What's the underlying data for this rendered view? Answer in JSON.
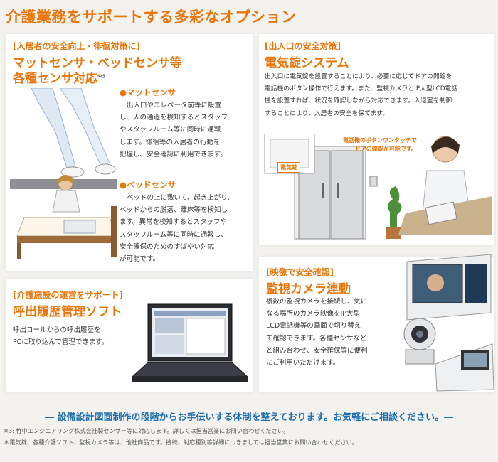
{
  "title": "介護業務をサポートする多彩なオプション",
  "card_sensor": {
    "tag": "[入居者の安全向上・徘徊対策に]",
    "heading_line1": "マットセンサ・ベッドセンサ等",
    "heading_line2": "各種センサ対応",
    "note_mark": "※3",
    "mat": {
      "title": "マットセンサ",
      "lines": [
        "出入口やエレベータ前等に設置",
        "し、人の通過を検知するとスタッフ",
        "やスタッフルーム等に同時に通報",
        "します。徘徊等の入居者の行動を",
        "把握し、安全確認に利用できます。"
      ]
    },
    "bed": {
      "title": "ベッドセンサ",
      "lines": [
        "ベッドの上に敷いて、起き上がり、",
        "ベッドからの脱落、離床等を検知し",
        "ます。異常を検知するとスタッフや",
        "スタッフルーム等に同時に通報し、",
        "安全確保のためのすばやい対応",
        "が可能です。"
      ]
    }
  },
  "card_lock": {
    "tag": "[出入口の安全対策]",
    "heading": "電気錠システム",
    "lines": [
      "出入口に電気錠を設置することにより、必要に応じてドアの開錠を",
      "電話機のボタン操作で行えます。また、監視カメラとIP大型LCD電話",
      "機を設置すれば、状況を確認しながら対応できます。入退室を制御",
      "することにより、入居者の安全を保てます。"
    ],
    "callout_line1": "電話機のボタンワンタッチで",
    "callout_line2": "ドアの開錠が可能です。",
    "door_label": "電気錠"
  },
  "card_history": {
    "tag": "[介護施設の運営をサポート]",
    "heading": "呼出履歴管理ソフト",
    "lines": [
      "呼出コールからの呼出履歴を",
      "PCに取り込んで管理できます。"
    ]
  },
  "card_camera": {
    "tag": "[映像で安全確認]",
    "heading": "監視カメラ連動",
    "lines": [
      "複数の監視カメラを接続し、気に",
      "なる場所のカメラ映像をIP大型",
      "LCD電話機等の画面で切り替え",
      "て確認できます。各種センサなど",
      "と組み合わせ、安全確保等に便利",
      "にご利用いただけます。"
    ]
  },
  "footer": {
    "message": "― 設備設計図面制作の段階からお手伝いする体制を整えております。お気軽にご相談ください。―",
    "note1": "※3: 竹中エンジニアリング株式会社製センサー等に対応します。詳しくは担当営業にお問い合わせください。",
    "note2": "＊電気錠、各種介護ソフト、監視カメラ等は、他社商品です。接続、対応種別等詳細につきましては担当営業にお問い合わせください。"
  }
}
